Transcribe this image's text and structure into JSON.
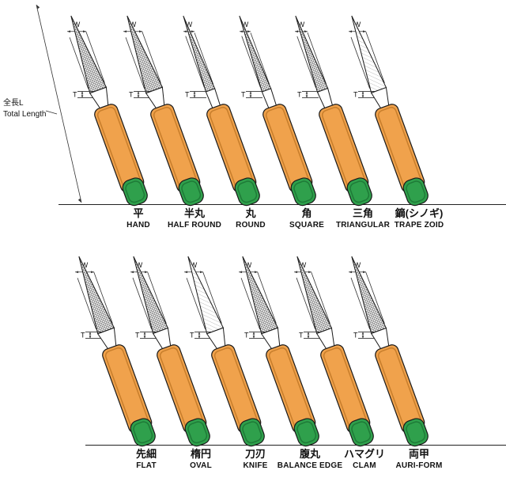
{
  "annotation": {
    "jp": "全長L",
    "en": "Total Length"
  },
  "dimension_labels": {
    "width": "W",
    "thickness": "T"
  },
  "colors": {
    "handle": "#F0A24C",
    "handle_inner": "#C87E2B",
    "cap": "#2FA04C",
    "cap_inner": "#1E7A37",
    "outline": "#1A1A1A",
    "dim": "#333333"
  },
  "rows": [
    {
      "name": "top",
      "files": [
        {
          "jp": "平",
          "en": "HAND",
          "blade": "flat"
        },
        {
          "jp": "半丸",
          "en": "HALF ROUND",
          "blade": "halfround"
        },
        {
          "jp": "丸",
          "en": "ROUND",
          "blade": "round"
        },
        {
          "jp": "角",
          "en": "SQUARE",
          "blade": "square"
        },
        {
          "jp": "三角",
          "en": "TRIANGULAR",
          "blade": "triangle"
        },
        {
          "jp": "鏑(シノギ)",
          "en": "TRAPE ZOID",
          "blade": "trapezoid"
        }
      ]
    },
    {
      "name": "bottom",
      "files": [
        {
          "jp": "先細",
          "en": "FLAT",
          "blade": "flat"
        },
        {
          "jp": "楕円",
          "en": "OVAL",
          "blade": "oval"
        },
        {
          "jp": "刀刃",
          "en": "KNIFE",
          "blade": "knife"
        },
        {
          "jp": "腹丸",
          "en": "BALANCE EDGE",
          "blade": "balance"
        },
        {
          "jp": "ハマグリ",
          "en": "CLAM",
          "blade": "clam"
        },
        {
          "jp": "両甲",
          "en": "AURI-FORM",
          "blade": "auriform"
        }
      ]
    }
  ]
}
